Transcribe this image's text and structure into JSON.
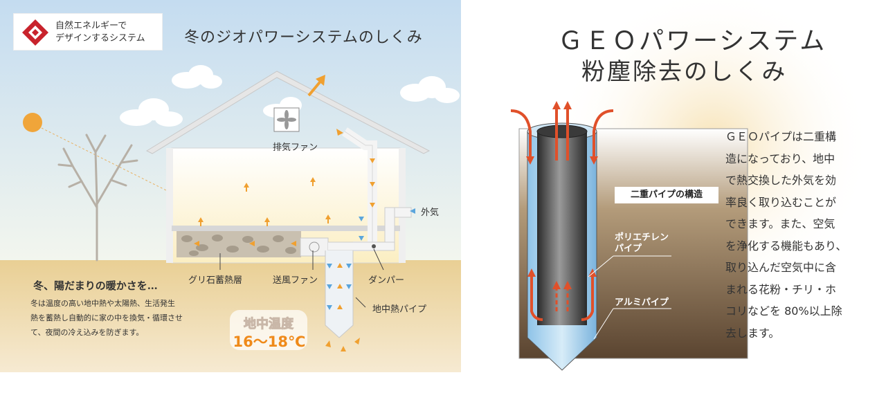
{
  "left": {
    "logo_line1": "自然エネルギーで",
    "logo_line2": "デザインするシステム",
    "title": "冬のジオパワーシステムのしくみ",
    "labels": {
      "exhaust_fan": "排気ファン",
      "outside_air": "外気",
      "gravel_storage": "グリ石蓄熱層",
      "blower_fan": "送風ファン",
      "damper": "ダンパー",
      "geo_pipe": "地中熱パイプ"
    },
    "winter_heading": "冬、陽だまりの暖かさを…",
    "winter_desc_lines": [
      "冬は温度の高い地中熱や太陽熱、生活発生",
      "熱を蓄熱し自動的に家の中を換気・循環させ",
      "て、夜間の冷え込みを防ぎます。"
    ],
    "ground_temp_label": "地中温度",
    "ground_temp_value": "16〜18℃"
  },
  "right": {
    "title_line1": "ＧＥＯパワーシステム",
    "title_line2": "粉塵除去のしくみ",
    "structure_label": "二重パイプの構造",
    "polyethylene_label_line1": "ポリエチレン",
    "polyethylene_label_line2": "パイプ",
    "aluminum_label": "アルミパイプ",
    "description_lines": [
      "ＧＥＯパイプは二重構",
      "造になっており、地中",
      "で熱交換した外気を効",
      "率良く取り込むことが",
      "できます。また、空気",
      "を浄化する機能もあり、",
      "取り込んだ空気中に含",
      "まれる花粉・チリ・ホ",
      "コリなどを 80%以上除",
      "去します。"
    ]
  },
  "colors": {
    "sky": "#cfe3f3",
    "ground": "#e8cf97",
    "warm_arrow": "#f0a030",
    "cool_arrow": "#5aa5dc",
    "red_arrow": "#e0502a",
    "logo_red": "#c8232c"
  }
}
